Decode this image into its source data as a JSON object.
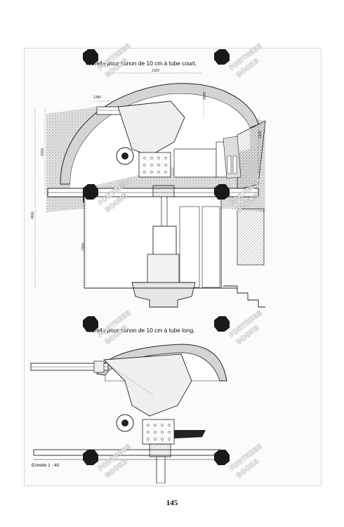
{
  "captions": {
    "top": "Tourelle pour canon de 10 cm à tube court.",
    "bottom": "Tourelle pour canon de 10 cm à tube long."
  },
  "dimensions": {
    "d1": "3160",
    "d2": "1380",
    "d3": "1630",
    "d4": "2900",
    "d5": "6300",
    "d6": "4800",
    "d7": "2300"
  },
  "scale": "Echelle 1 : 40",
  "page_number": "145",
  "watermark": {
    "line1": "FORTRESS",
    "line2": "BOOKS"
  },
  "colors": {
    "ink": "#222222",
    "earth": "#c9c9c9",
    "paper": "#ffffff"
  }
}
